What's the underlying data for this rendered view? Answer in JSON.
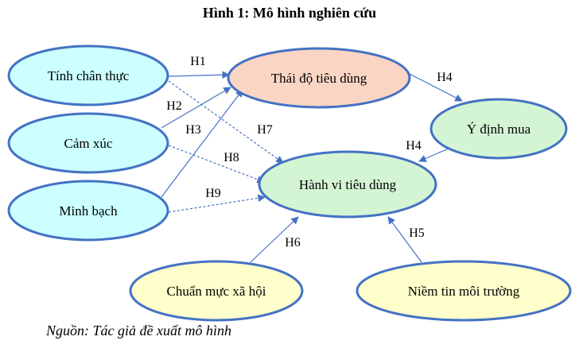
{
  "title": "Hình 1: Mô hình nghiên cứu",
  "source": "Nguồn: Tác giả đề xuất mô hình",
  "colors": {
    "stroke": "#4472c4",
    "cyan_fill": "#ccffff",
    "peach_fill": "#fbd5c4",
    "green_fill": "#d4f5d4",
    "yellow_fill": "#ffffcc"
  },
  "nodes": {
    "tinh_chan_thuc": "Tính chân thực",
    "cam_xuc": "Cảm xúc",
    "minh_bach": "Minh bạch",
    "thai_do": "Thái độ tiêu dùng",
    "y_dinh": "Ý định mua",
    "hanh_vi": "Hành vi tiêu dùng",
    "chuan_muc": "Chuẩn mực xã hội",
    "niem_tin": "Niềm tin môi trường"
  },
  "edges": {
    "h1": "H1",
    "h2": "H2",
    "h3": "H3",
    "h4a": "H4",
    "h4b": "H4",
    "h5": "H5",
    "h6": "H6",
    "h7": "H7",
    "h8": "H8",
    "h9": "H9"
  }
}
